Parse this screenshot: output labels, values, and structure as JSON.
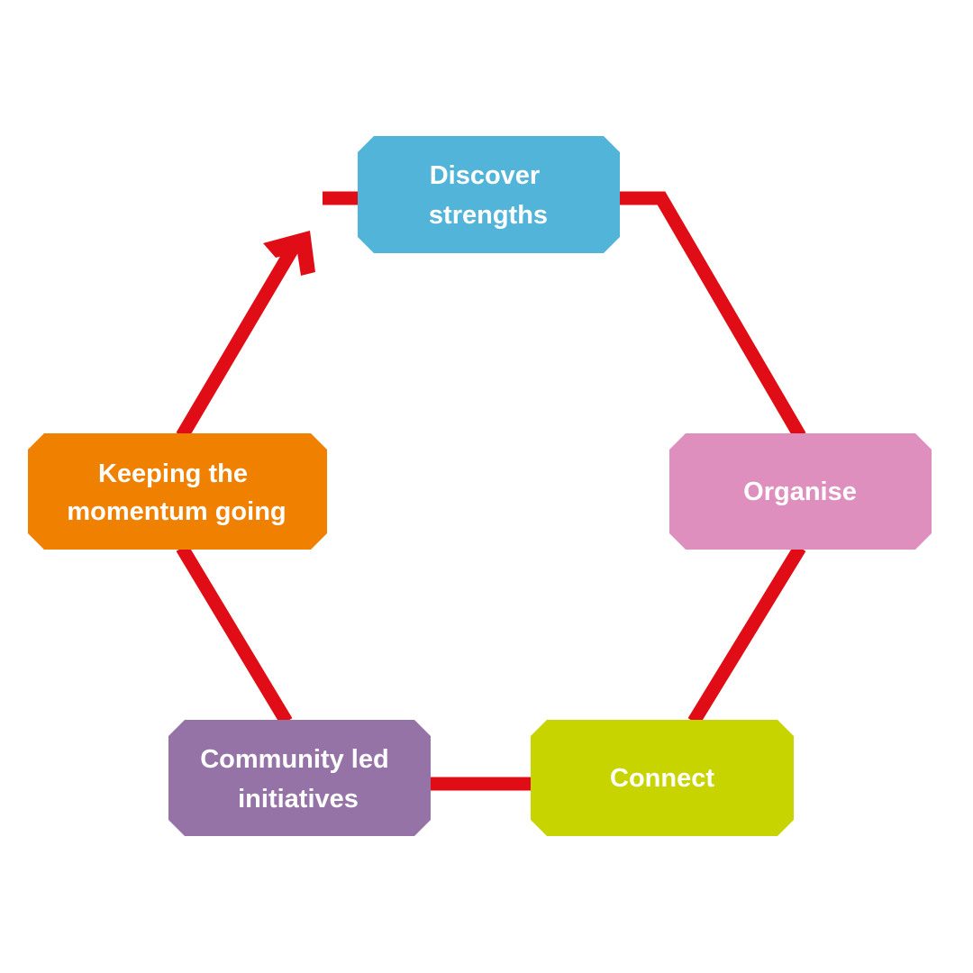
{
  "diagram": {
    "type": "cycle",
    "connector_color": "#e00d17",
    "direction": "clockwise",
    "nodes": [
      {
        "id": "discover",
        "lines": [
          "Discover",
          "strengths"
        ],
        "color": "#52b4d9"
      },
      {
        "id": "organise",
        "lines": [
          "Organise"
        ],
        "color": "#df8fbd"
      },
      {
        "id": "connect",
        "lines": [
          "Connect"
        ],
        "color": "#c8d400"
      },
      {
        "id": "community",
        "lines": [
          "Community led",
          "initiatives"
        ],
        "color": "#9673a6"
      },
      {
        "id": "keeping",
        "lines": [
          "Keeping the",
          "momentum going"
        ],
        "color": "#f08000"
      }
    ],
    "edges": [
      {
        "from": "discover",
        "to": "organise"
      },
      {
        "from": "organise",
        "to": "connect"
      },
      {
        "from": "connect",
        "to": "community"
      },
      {
        "from": "community",
        "to": "keeping"
      },
      {
        "from": "keeping",
        "to": "discover",
        "arrow": true
      }
    ]
  }
}
